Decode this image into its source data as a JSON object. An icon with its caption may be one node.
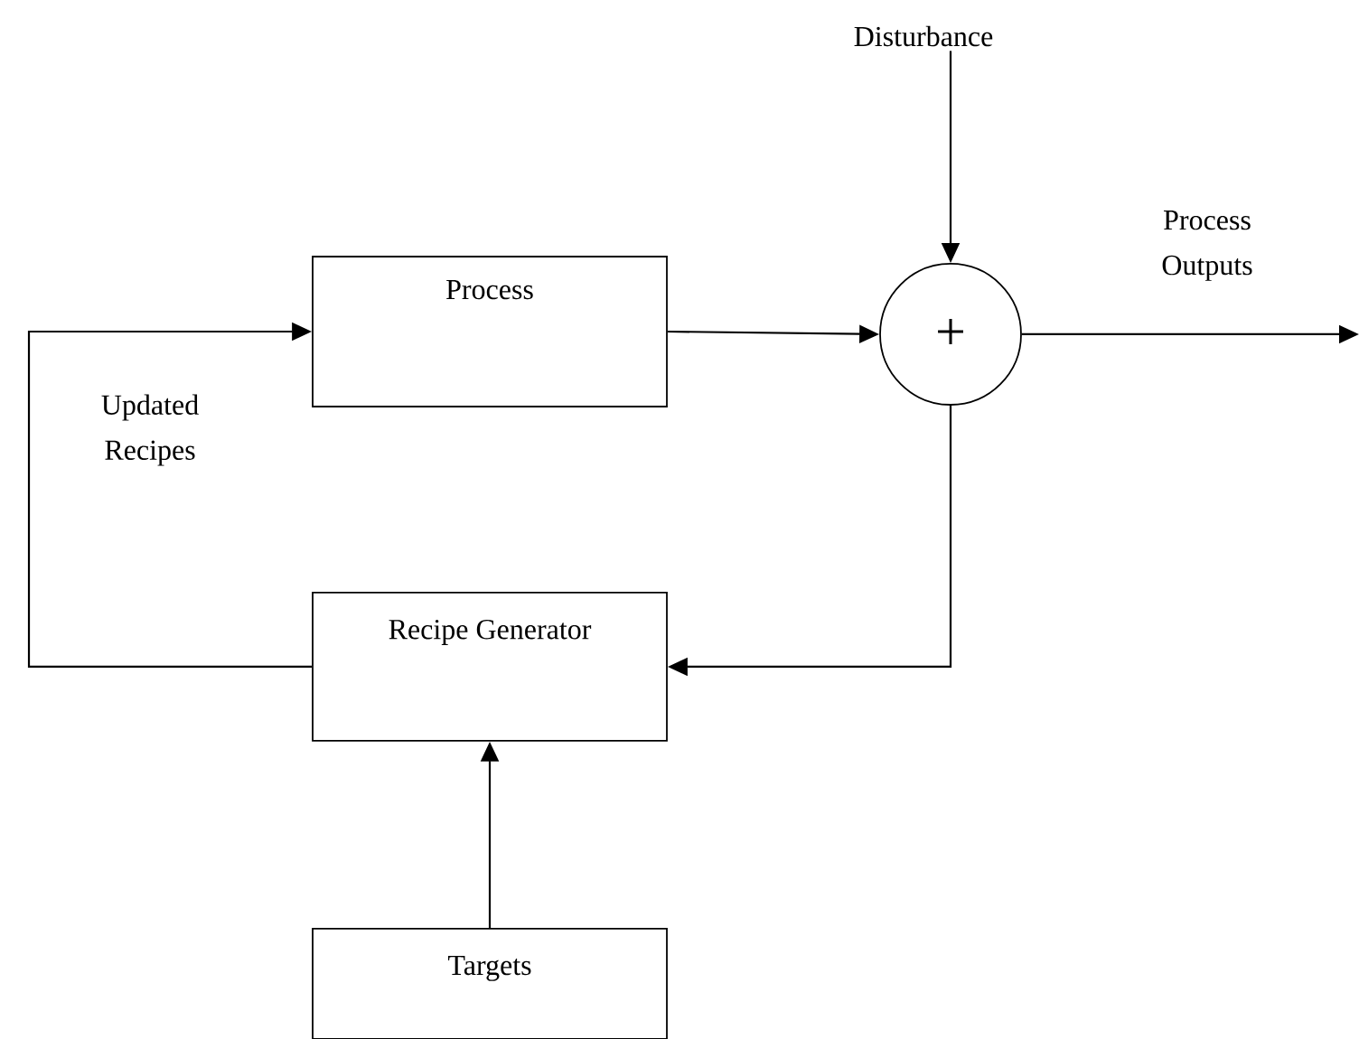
{
  "diagram": {
    "nodes": [
      {
        "text": [
          "Process"
        ]
      },
      {
        "text": [
          "+"
        ]
      },
      {
        "text": [
          "Recipe Generator"
        ]
      },
      {
        "text": [
          "Targets"
        ]
      },
      {
        "text": [
          "Disturbance"
        ]
      }
    ],
    "edges": [
      {
        "from": 2,
        "to": 0,
        "arrow": "to",
        "label": "Updated Recipes"
      },
      {
        "from": 0,
        "to": 1,
        "arrow": "to"
      },
      {
        "from": 4,
        "to": 1,
        "arrow": "to"
      },
      {
        "from": 1,
        "to": 2,
        "arrow": "to"
      },
      {
        "from": 3,
        "to": 2,
        "arrow": "to"
      },
      {
        "from": 1,
        "to": null,
        "arrow": "to",
        "label": "Process Outputs"
      }
    ]
  }
}
